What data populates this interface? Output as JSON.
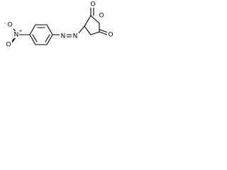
{
  "structure": {
    "atoms": {
      "nitro_n": "N",
      "nitro_n_charge": "+",
      "nitro_o_top": "O",
      "nitro_o_top_charge": "-",
      "nitro_o_bottom": "O",
      "azo_n1": "N",
      "azo_n2": "N",
      "ring_o": "O",
      "ketone_o_top": "O",
      "ketone_o_right": "O"
    }
  }
}
